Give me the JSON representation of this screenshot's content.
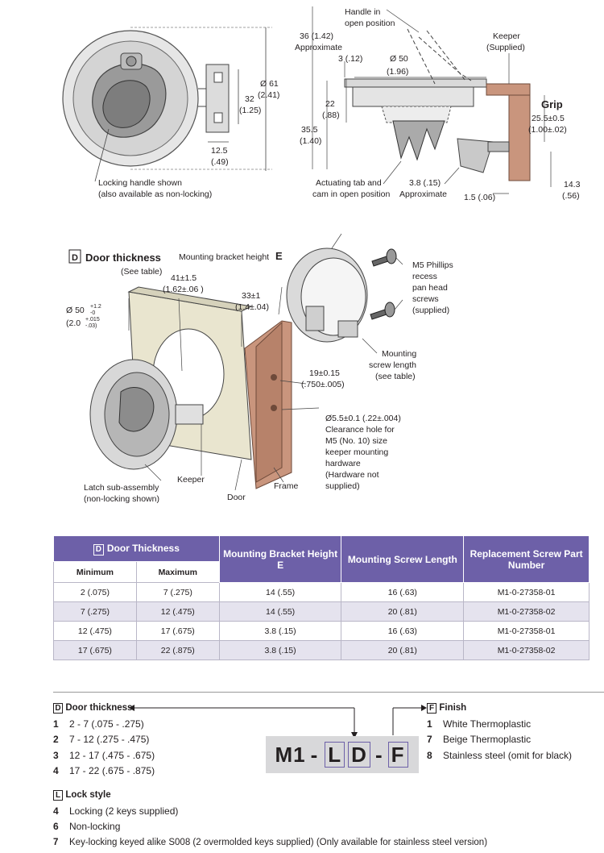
{
  "top_view": {
    "dim_61": "Ø 61",
    "dim_61_in": "(2.41)",
    "dim_32": "32",
    "dim_32_in": "(1.25)",
    "dim_12_5": "12.5",
    "dim_12_5_in": "(.49)",
    "note_1": "Locking handle shown",
    "note_2": "(also available as non-locking)"
  },
  "side_view": {
    "handle_1": "Handle in",
    "handle_2": "open position",
    "dim_36": "36 (1.42)",
    "approx": "Approximate",
    "dim_3": "3 (.12)",
    "dim_50": "Ø 50",
    "dim_50_in": "(1.96)",
    "keeper_1": "Keeper",
    "keeper_2": "(Supplied)",
    "grip": "Grip",
    "grip_1": "25.5±0.5",
    "grip_2": "(1.00±.02)",
    "dim_22": "22",
    "dim_22_in": "(.88)",
    "dim_35_5": "35.5",
    "dim_35_5_in": "(1.40)",
    "tab_1": "Actuating tab and",
    "tab_2": "cam in open position",
    "dim_3_8": "3.8 (.15)",
    "approx_2": "Approximate",
    "dim_1_5": "1.5 (.06)",
    "dim_14_3": "14.3",
    "dim_14_3_in": "(.56)"
  },
  "iso_view": {
    "door_letter": "D",
    "door_title": "Door thickness",
    "door_sub": "(See table)",
    "bracket_label": "Mounting bracket height",
    "bracket_letter": "E",
    "dim_41": "41±1.5",
    "dim_41_in": "(1.62±.06 )",
    "dim_33": "33±1",
    "dim_33_in": "(1.4±.04)",
    "dim_50": "Ø 50",
    "dim_50_tol_a": "+1.2",
    "dim_50_tol_b": "-0",
    "dim_50_in": "(2.0",
    "dim_50_in_tol_a": "+.015",
    "dim_50_in_tol_b": "-.03)",
    "screws_1": "M5 Phillips",
    "screws_2": "recess",
    "screws_3": "pan head",
    "screws_4": "screws",
    "screws_5": "(supplied)",
    "msl_1": "Mounting",
    "msl_2": "screw length",
    "msl_3": "(see table)",
    "dim_19": "19±0.15",
    "dim_19_in": "(.750±.005)",
    "hole_1": "Ø5.5±0.1 (.22±.004)",
    "hole_2": "Clearance hole for",
    "hole_3": "M5 (No. 10) size",
    "hole_4": "keeper mounting",
    "hole_5": "hardware",
    "hole_6": "(Hardware not",
    "hole_7": "supplied)",
    "latch_1": "Latch sub-assembly",
    "latch_2": "(non-locking shown)",
    "keeper": "Keeper",
    "door": "Door",
    "frame": "Frame"
  },
  "table": {
    "door_letter": "D",
    "door_header": "Door Thickness",
    "col_min": "Minimum",
    "col_max": "Maximum",
    "col_bracket": "Mounting Bracket Height E",
    "col_screw": "Mounting Screw Length",
    "col_part": "Replacement Screw Part Number",
    "rows": [
      {
        "min": "2 (.075)",
        "max": "7 (.275)",
        "bracket": "14 (.55)",
        "screw": "16 (.63)",
        "part": "M1-0-27358-01"
      },
      {
        "min": "7 (.275)",
        "max": "12 (.475)",
        "bracket": "14 (.55)",
        "screw": "20 (.81)",
        "part": "M1-0-27358-02"
      },
      {
        "min": "12 (.475)",
        "max": "17 (.675)",
        "bracket": "3.8 (.15)",
        "screw": "16 (.63)",
        "part": "M1-0-27358-01"
      },
      {
        "min": "17 (.675)",
        "max": "22 (.875)",
        "bracket": "3.8 (.15)",
        "screw": "20 (.81)",
        "part": "M1-0-27358-02"
      }
    ]
  },
  "ordering": {
    "door_letter": "D",
    "door_heading": "Door thickness",
    "door_options": [
      {
        "num": "1",
        "text": "2 - 7 (.075 - .275)"
      },
      {
        "num": "2",
        "text": "7 - 12 (.275 - .475)"
      },
      {
        "num": "3",
        "text": "12 - 17 (.475 - .675)"
      },
      {
        "num": "4",
        "text": "17 - 22 (.675 - .875)"
      }
    ],
    "finish_letter": "F",
    "finish_heading": "Finish",
    "finish_options": [
      {
        "num": "1",
        "text": "White Thermoplastic"
      },
      {
        "num": "7",
        "text": "Beige Thermoplastic"
      },
      {
        "num": "8",
        "text": "Stainless steel (omit for black)"
      }
    ],
    "lock_letter": "L",
    "lock_heading": "Lock style",
    "lock_options": [
      {
        "num": "4",
        "text": "Locking (2 keys supplied)"
      },
      {
        "num": "6",
        "text": "Non-locking"
      },
      {
        "num": "7",
        "text": "Key-locking keyed alike S008 (2 overmolded keys supplied) (Only available for stainless steel version)"
      }
    ],
    "code_prefix": "M1",
    "code_dash": "-",
    "code_l": "L",
    "code_d": "D",
    "code_f": "F"
  },
  "colors": {
    "header_purple": "#6d60a8",
    "row_alt": "#e5e3ee",
    "keeper_copper": "#c9957d",
    "door_beige": "#e9e5cf"
  }
}
